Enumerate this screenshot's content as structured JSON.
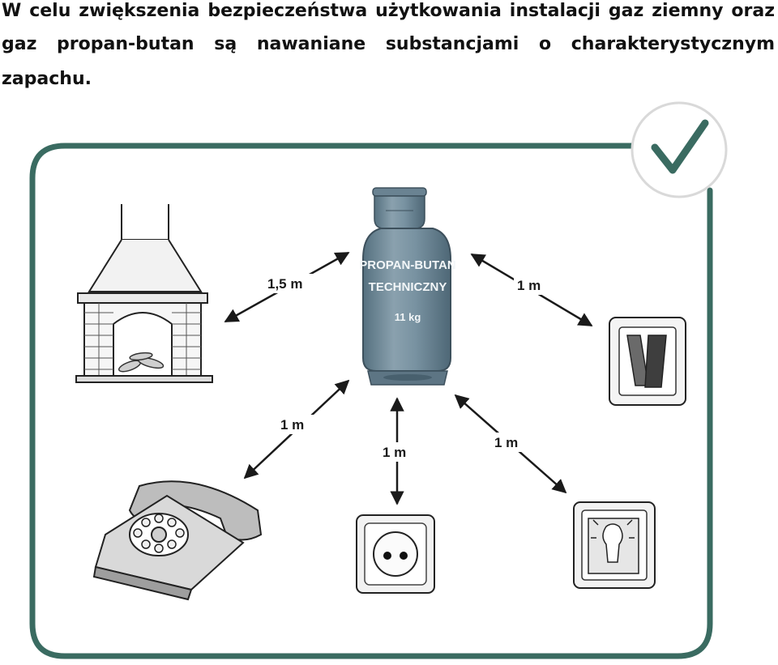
{
  "intro": {
    "line1": "W celu zwiększenia bezpieczeństwa użytkowania instalacji gaz ziemny oraz",
    "line2": "gaz propan-butan są nawaniane substancjami o charakterystycznym",
    "line3": "zapachu."
  },
  "tank": {
    "label_line1": "PROPAN-BUTAN",
    "label_line2": "TECHNICZNY",
    "label_line3": "11 kg",
    "color": "#6f8796"
  },
  "frame": {
    "color": "#3a6b61"
  },
  "checkmark": {
    "icon": "checkmark-icon",
    "color": "#3a6b61"
  },
  "distances": {
    "fireplace": "1,5 m",
    "switch_top_right": "1 m",
    "telephone": "1 m",
    "socket": "1 m",
    "light_switch": "1 m"
  },
  "objects": [
    "fireplace-icon",
    "gas-cylinder-icon",
    "wall-switch-icon",
    "telephone-icon",
    "electric-socket-icon",
    "light-switch-icon"
  ]
}
